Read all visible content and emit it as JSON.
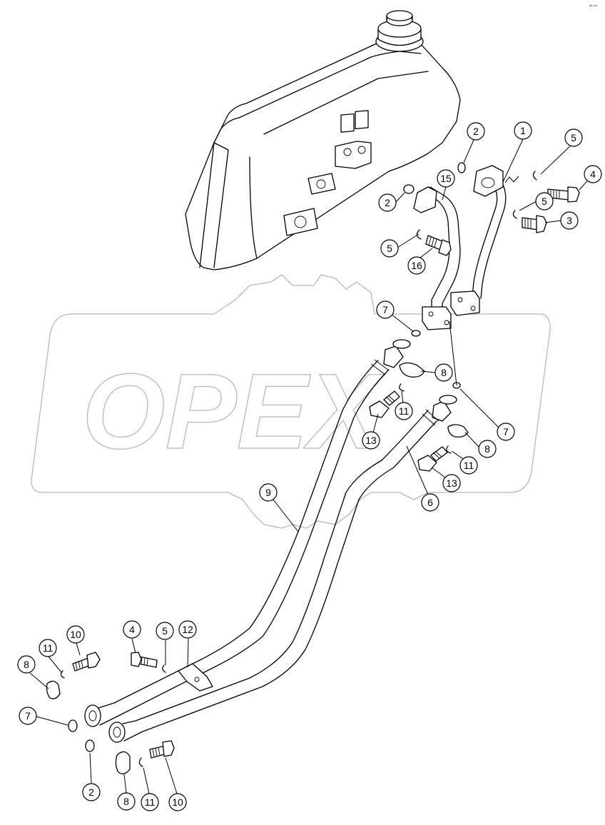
{
  "watermark": {
    "text": "OPEX"
  },
  "corner_code": "ᵈᵇ ᵒᵒᵒ",
  "callouts": {
    "c1": "1",
    "c2a": "2",
    "c2b": "2",
    "c2c": "2",
    "c3": "3",
    "c4a": "4",
    "c4b": "4",
    "c5a": "5",
    "c5b": "5",
    "c5c": "5",
    "c5d": "5",
    "c6": "6",
    "c7a": "7",
    "c7b": "7",
    "c7c": "7",
    "c8a": "8",
    "c8b": "8",
    "c8c": "8",
    "c8d": "8",
    "c9": "9",
    "c10a": "10",
    "c10b": "10",
    "c11a": "11",
    "c11b": "11",
    "c11c": "11",
    "c11d": "11",
    "c12": "12",
    "c13a": "13",
    "c13b": "13",
    "c15": "15",
    "c16": "16"
  }
}
